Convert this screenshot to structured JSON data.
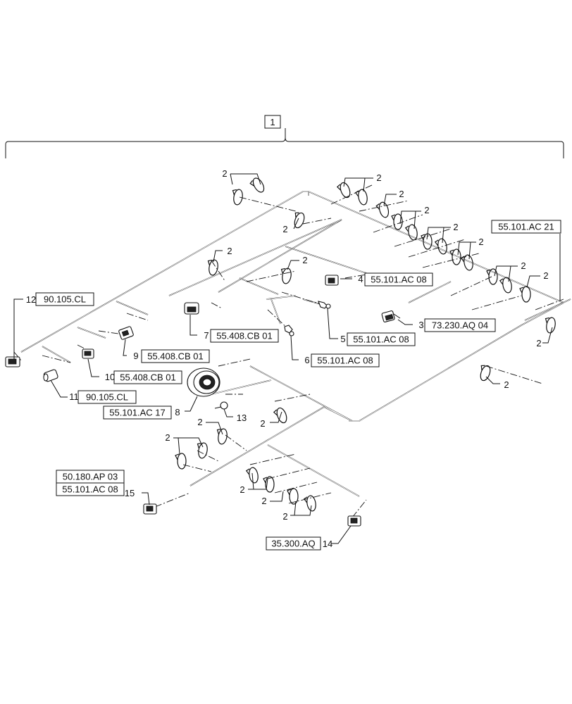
{
  "assembly": {
    "item": "1"
  },
  "clip_item": "2",
  "callouts": [
    {
      "item": "3",
      "refs": [
        "73.230.AQ 04"
      ]
    },
    {
      "item": "4",
      "refs": [
        "55.101.AC 08"
      ]
    },
    {
      "item": "5",
      "refs": [
        "55.101.AC 08"
      ]
    },
    {
      "item": "6",
      "refs": [
        "55.101.AC 08"
      ]
    },
    {
      "item": "7",
      "refs": [
        "55.408.CB 01"
      ]
    },
    {
      "item": "8",
      "refs": [
        "55.101.AC 17"
      ]
    },
    {
      "item": "9",
      "refs": [
        "55.408.CB 01"
      ]
    },
    {
      "item": "10",
      "refs": [
        "55.408.CB 01"
      ]
    },
    {
      "item": "11",
      "refs": [
        "90.105.CL"
      ]
    },
    {
      "item": "12",
      "refs": [
        "90.105.CL"
      ]
    },
    {
      "item": "13",
      "refs": []
    },
    {
      "item": "14",
      "refs": [
        "35.300.AQ"
      ]
    },
    {
      "item": "15",
      "refs": [
        "50.180.AP 03",
        "55.101.AC 08"
      ]
    },
    {
      "item": "",
      "refs": [
        "55.101.AC 21"
      ]
    }
  ]
}
